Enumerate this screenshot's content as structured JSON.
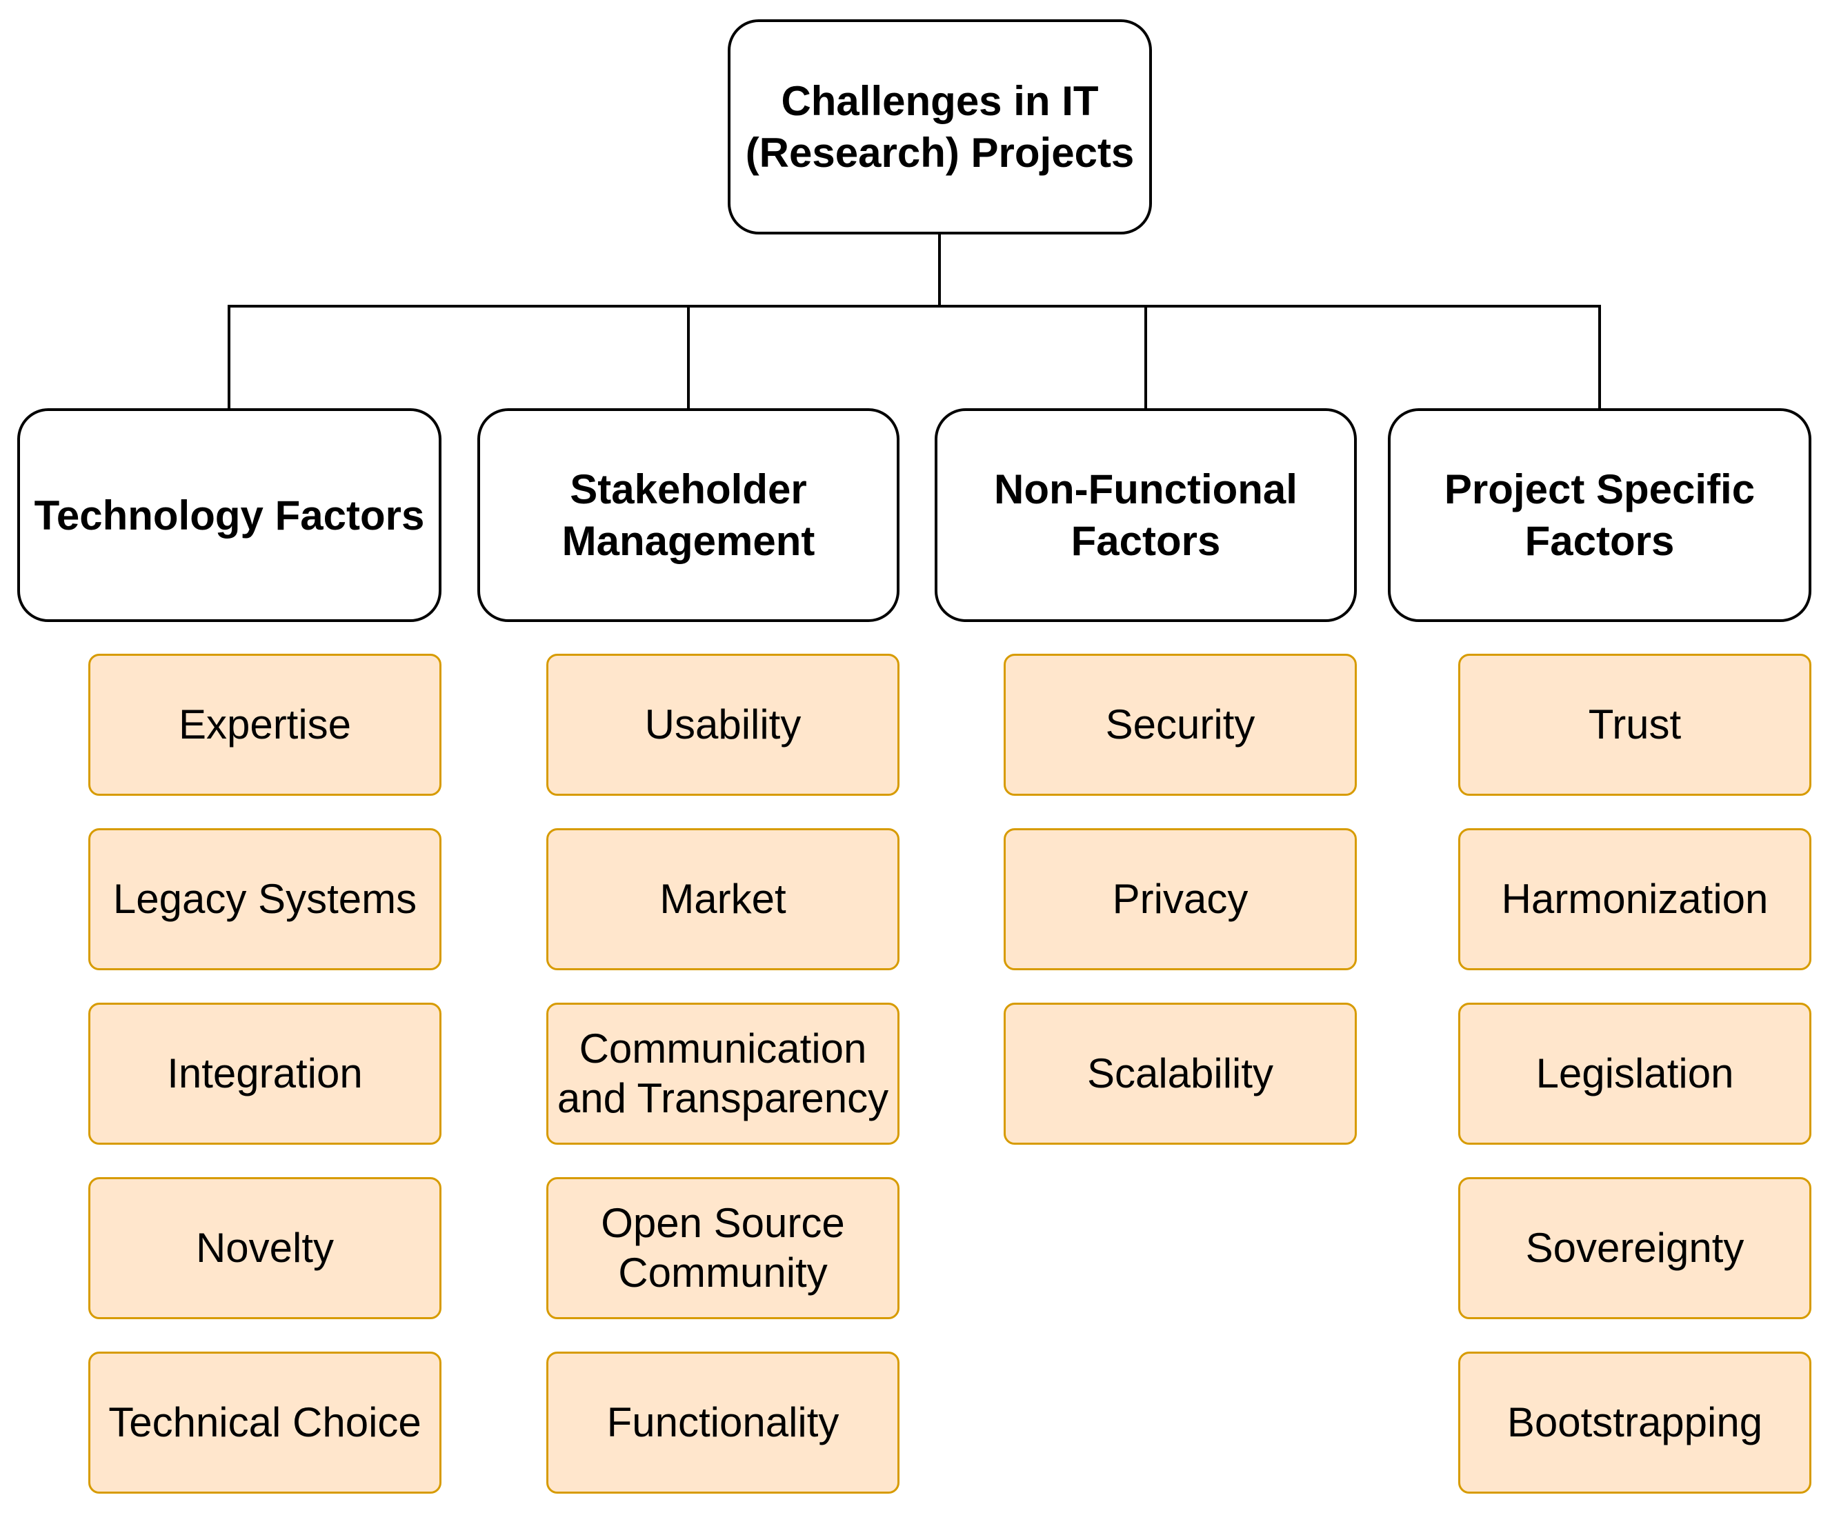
{
  "root": {
    "label": "Challenges in IT\n(Research) Projects"
  },
  "columns": [
    {
      "header": "Technology Factors",
      "children": [
        "Expertise",
        "Legacy Systems",
        "Integration",
        "Novelty",
        "Technical Choice"
      ]
    },
    {
      "header": "Stakeholder Management",
      "children": [
        "Usability",
        "Market",
        "Communication and Transparency",
        "Open Source Community",
        "Functionality"
      ]
    },
    {
      "header": "Non-Functional Factors",
      "children": [
        "Security",
        "Privacy",
        "Scalability"
      ]
    },
    {
      "header": "Project Specific Factors",
      "children": [
        "Trust",
        "Harmonization",
        "Legislation",
        "Sovereignty",
        "Bootstrapping"
      ]
    }
  ],
  "colors": {
    "node_fill": "#FFFFFF",
    "node_border": "#000000",
    "child_fill": "#FFE6CC",
    "child_border": "#D79B00",
    "line": "#000000"
  }
}
